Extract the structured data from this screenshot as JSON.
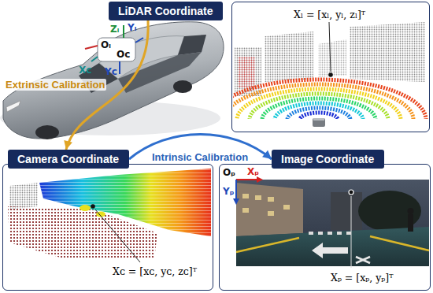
{
  "diagram": {
    "nodes": [
      {
        "text": [
          "LiDAR Coordinate"
        ]
      },
      {
        "text": [
          "Xₗ = [xₗ, yₗ, zₗ]ᵀ"
        ]
      },
      {
        "text": [
          "Camera Coordinate"
        ]
      },
      {
        "text": [
          "Xᴄ = [xᴄ, yᴄ, zᴄ]ᵀ"
        ]
      },
      {
        "text": [
          "Image Coordinate"
        ]
      },
      {
        "text": [
          "Xₚ = [xₚ, yₚ]ᵀ"
        ]
      }
    ],
    "edges": [
      {
        "from": 0,
        "to": 2,
        "arrow": "to",
        "label": "Extrinsic Calibration"
      },
      {
        "from": 2,
        "to": 4,
        "arrow": "to",
        "label": "Intrinsic Calibration"
      }
    ],
    "labels": [
      "Zₗ",
      "Yₗ",
      "Oₗ",
      "Oᴄ",
      "Xᴄ",
      "Yᴄ",
      "Oₚ",
      "Xₚ",
      "Yₚ"
    ]
  }
}
